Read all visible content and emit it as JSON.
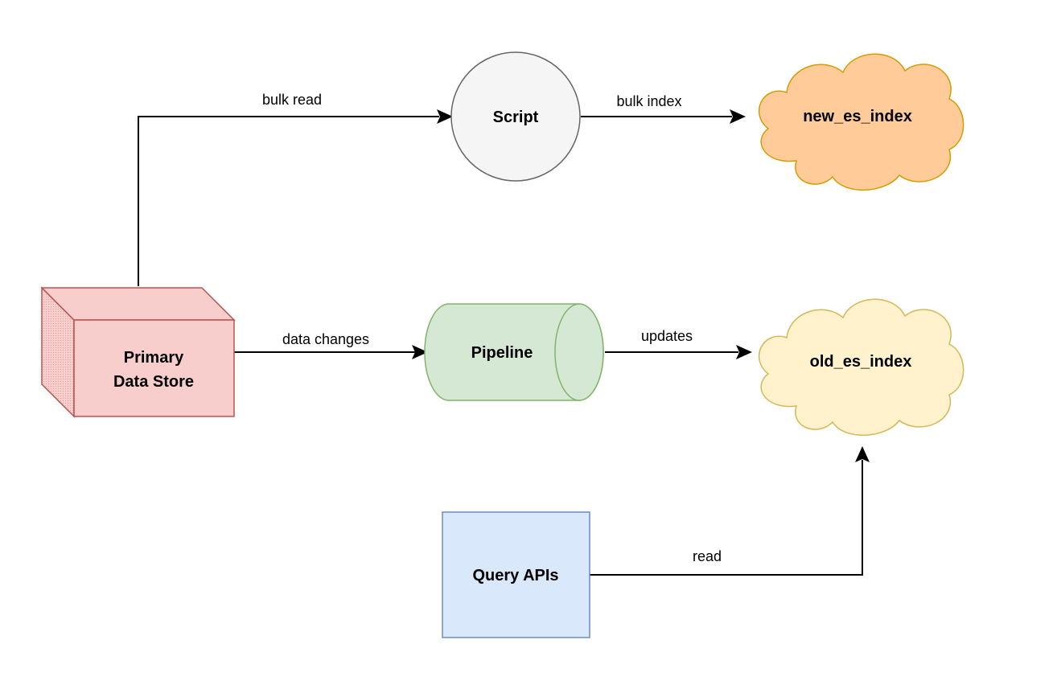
{
  "nodes": {
    "primary_store": {
      "line1": "Primary",
      "line2": "Data Store",
      "fill": "#f8cecc",
      "stroke": "#b85450"
    },
    "script": {
      "label": "Script",
      "fill": "#f5f5f5",
      "stroke": "#666666"
    },
    "pipeline": {
      "label": "Pipeline",
      "fill": "#d5e8d4",
      "stroke": "#82b366"
    },
    "new_index": {
      "label": "new_es_index",
      "fill": "#ffcc99",
      "stroke": "#d79b00"
    },
    "old_index": {
      "label": "old_es_index",
      "fill": "#fff2cc",
      "stroke": "#d6b656"
    },
    "query_apis": {
      "label": "Query APIs",
      "fill": "#dae8fc",
      "stroke": "#6c8ebf"
    }
  },
  "edges": {
    "bulk_read": "bulk read",
    "bulk_index": "bulk index",
    "data_changes": "data changes",
    "updates": "updates",
    "read": "read"
  }
}
